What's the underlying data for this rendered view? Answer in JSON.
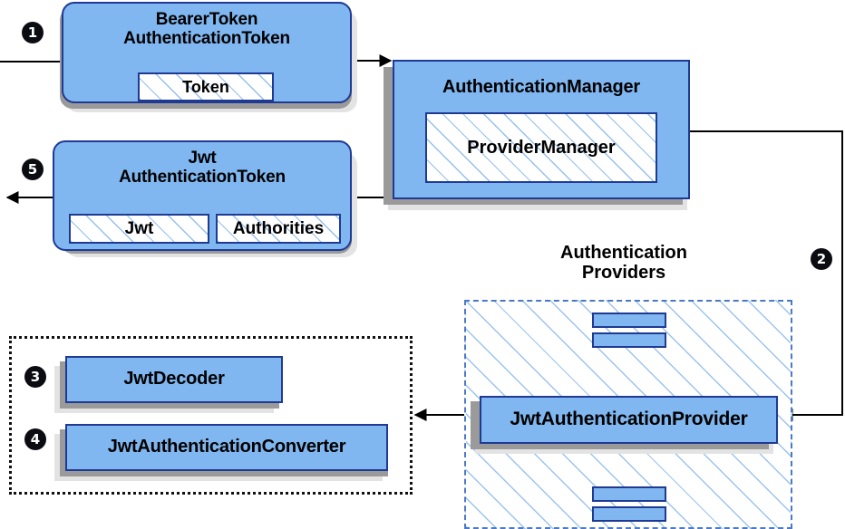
{
  "diagram": {
    "title": "Spring Security JWT Bearer Token Authentication Flow",
    "colors": {
      "node_fill": "#80b7f0",
      "node_border": "#1f3a93",
      "hatch_line": "#82b4eb",
      "shadow_dark": "#9a9a9a",
      "shadow_light": "#e3e3e3",
      "dashed_group_border": "#4a79c8",
      "dotted_group_border": "#111111",
      "badge_fill": "#0b0b12",
      "badge_text": "#ffffff",
      "arrow": "#000000"
    }
  },
  "badges": [
    {
      "id": "step-1",
      "label": "1"
    },
    {
      "id": "step-2",
      "label": "2"
    },
    {
      "id": "step-3",
      "label": "3"
    },
    {
      "id": "step-4",
      "label": "4"
    },
    {
      "id": "step-5",
      "label": "5"
    }
  ],
  "nodes": {
    "bearer_token": {
      "title": "BearerToken\nAuthenticationToken",
      "compartments": [
        {
          "label": "Token"
        }
      ]
    },
    "jwt_token": {
      "title": "Jwt\nAuthenticationToken",
      "compartments": [
        {
          "label": "Jwt"
        },
        {
          "label": "Authorities"
        }
      ]
    },
    "authentication_manager": {
      "title": "AuthenticationManager",
      "compartments": [
        {
          "label": "ProviderManager"
        }
      ]
    },
    "jwt_authentication_provider": {
      "title": "JwtAuthenticationProvider"
    },
    "jwt_decoder": {
      "title": "JwtDecoder"
    },
    "jwt_authentication_converter": {
      "title": "JwtAuthenticationConverter"
    }
  },
  "groups": {
    "authentication_providers": {
      "caption": "Authentication\nProviders"
    },
    "jwt_support": {
      "caption": ""
    }
  }
}
